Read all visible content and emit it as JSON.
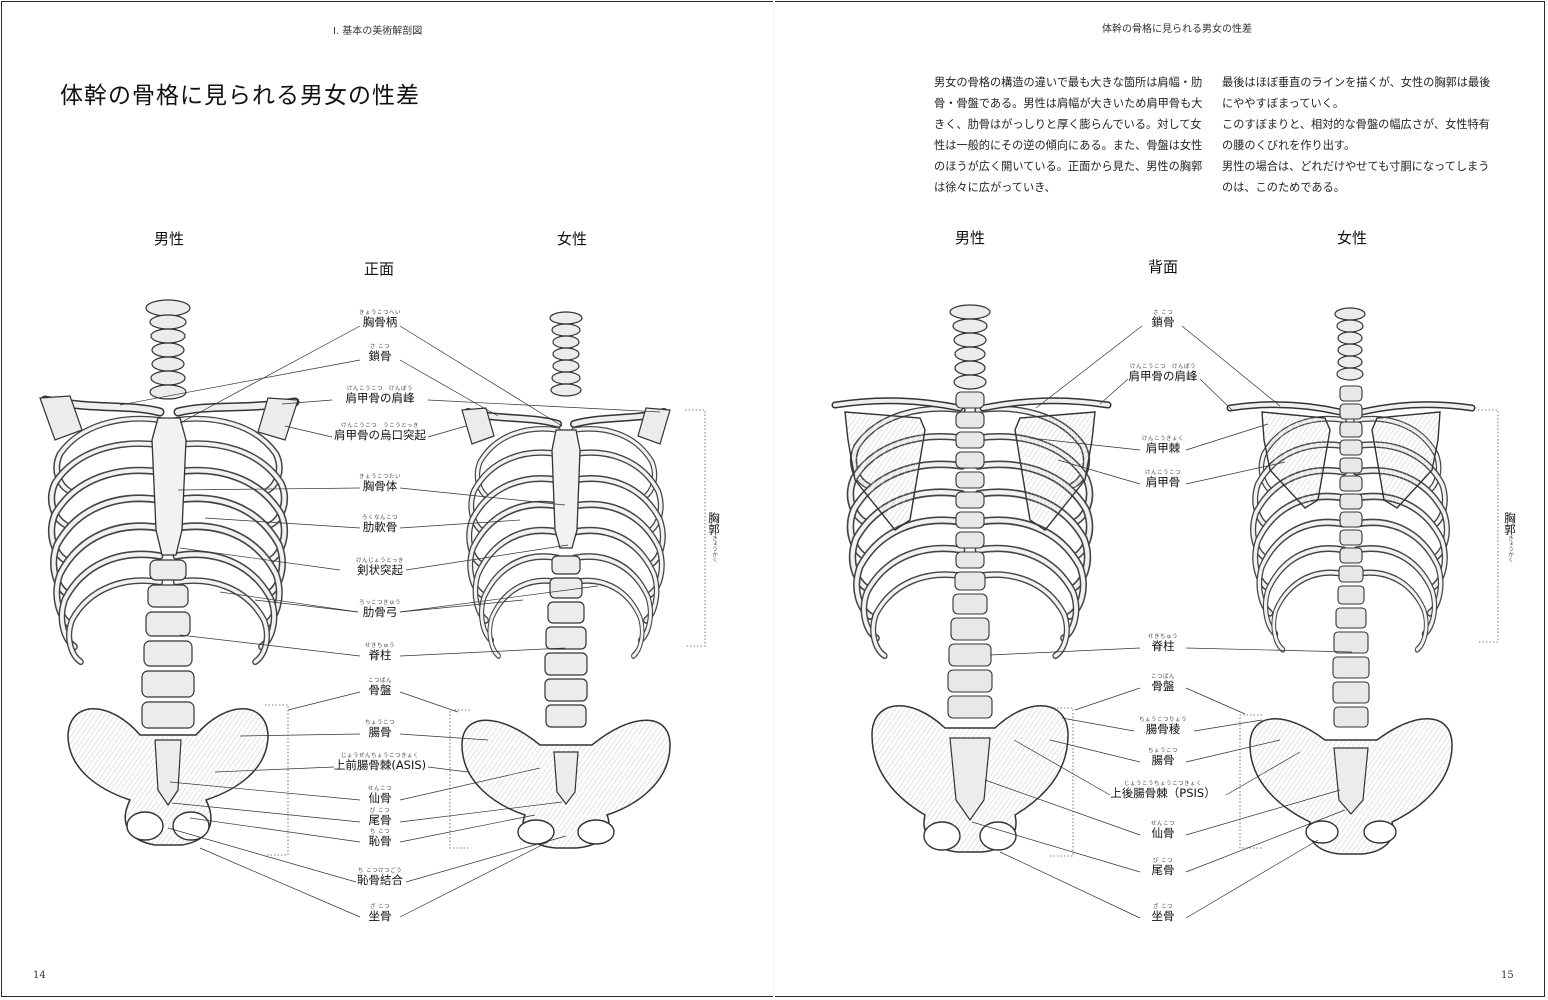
{
  "left_page": {
    "running_head": "I. 基本の美術解剖図",
    "page_number": "14",
    "title": "体幹の骨格に見られる男女の性差",
    "view_label": "正面",
    "male_label": "男性",
    "female_label": "女性",
    "labels": [
      {
        "ruby": "きょうこつへい",
        "text": "胸骨柄"
      },
      {
        "ruby": "さ こつ",
        "text": "鎖骨"
      },
      {
        "ruby": "けんこうこつ　けんぽう",
        "text": "肩甲骨の肩峰"
      },
      {
        "ruby": "けんこうこつ　うこうとっき",
        "text": "肩甲骨の烏口突起"
      },
      {
        "ruby": "きょうこつたい",
        "text": "胸骨体"
      },
      {
        "ruby": "ろくなんこつ",
        "text": "肋軟骨"
      },
      {
        "ruby": "けんじょうとっき",
        "text": "剣状突起"
      },
      {
        "ruby": "ろっこつきゅう",
        "text": "肋骨弓"
      },
      {
        "ruby": "せきちゅう",
        "text": "脊柱"
      },
      {
        "ruby": "こつばん",
        "text": "骨盤"
      },
      {
        "ruby": "ちょうこつ",
        "text": "腸骨"
      },
      {
        "ruby": "じょうぜんちょうこつきょく",
        "text": "上前腸骨棘(ASIS)"
      },
      {
        "ruby": "せんこつ",
        "text": "仙骨"
      },
      {
        "ruby": "び こつ",
        "text": "尾骨"
      },
      {
        "ruby": "ち こつ",
        "text": "恥骨"
      },
      {
        "ruby": "ち こつけつごう",
        "text": "恥骨結合"
      },
      {
        "ruby": "ざ こつ",
        "text": "坐骨"
      }
    ]
  },
  "right_page": {
    "running_head": "体幹の骨格に見られる男女の性差",
    "page_number": "15",
    "paragraph_col1": "男女の骨格の構造の違いで最も大きな箇所は肩幅・肋骨・骨盤である。男性は肩幅が大きいため肩甲骨も大きく、肋骨はがっしりと厚く膨らんでいる。対して女性は一般的にその逆の傾向にある。また、骨盤は女性のほうが広く開いている。正面から見た、男性の胸郭は徐々に広がっていき、",
    "paragraph_col2_a": "最後はほぼ垂直のラインを描くが、女性の胸郭は最後にややすぼまっていく。",
    "paragraph_col2_b": "このすぼまりと、相対的な骨盤の幅広さが、女性特有の腰のくびれを作り出す。",
    "paragraph_col2_c": "男性の場合は、どれだけやせても寸胴になってしまうのは、このためである。",
    "view_label": "背面",
    "male_label": "男性",
    "female_label": "女性",
    "labels": [
      {
        "ruby": "さ こつ",
        "text": "鎖骨"
      },
      {
        "ruby": "けんこうこつ　けんぽう",
        "text": "肩甲骨の肩峰"
      },
      {
        "ruby": "けんこうきょく",
        "text": "肩甲棘"
      },
      {
        "ruby": "けんこうこつ",
        "text": "肩甲骨"
      },
      {
        "ruby": "せきちゅう",
        "text": "脊柱"
      },
      {
        "ruby": "こつばん",
        "text": "骨盤"
      },
      {
        "ruby": "ちょうこつりょう",
        "text": "腸骨稜"
      },
      {
        "ruby": "ちょうこつ",
        "text": "腸骨"
      },
      {
        "ruby": "じょうこうちょうこつきょく",
        "text": "上後腸骨棘（PSIS）"
      },
      {
        "ruby": "せんこつ",
        "text": "仙骨"
      },
      {
        "ruby": "び こつ",
        "text": "尾骨"
      },
      {
        "ruby": "ざ こつ",
        "text": "坐骨"
      }
    ]
  },
  "thorax_label": {
    "text": "胸郭",
    "ruby": "きょうかく"
  }
}
